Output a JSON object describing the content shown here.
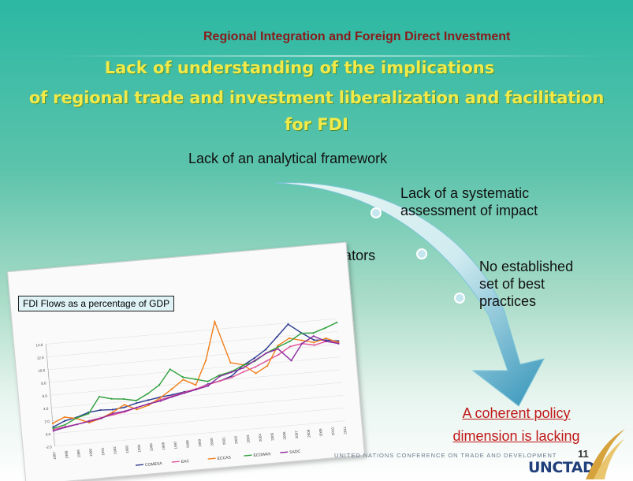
{
  "header": {
    "text": "Regional Integration and Foreign Direct Investment"
  },
  "title": {
    "line1": "Lack of understanding of the implications",
    "line2": "of regional trade and investment liberalization and facilitation",
    "line3": "for FDI"
  },
  "points": {
    "framework": "Lack of an analytical framework",
    "assessment_1": "Lack of a systematic",
    "assessment_2": "assessment of impact",
    "indicators": "Lack of indicators",
    "practices_1": "No established",
    "practices_2": "set of best",
    "practices_3": "practices"
  },
  "conclusion": {
    "line1": "A coherent policy",
    "line2": "dimension is lacking"
  },
  "chart_label": "FDI Flows as a percentage of GDP",
  "footer": {
    "org": "UNITED NATIONS CONFERENCE ON TRADE AND DEVELOPMENT",
    "logo": "UNCTAD",
    "page": "11"
  },
  "chart_data": {
    "type": "line",
    "ylim": [
      -2,
      14
    ],
    "y_ticks": [
      "14.0",
      "12.0",
      "10.0",
      "8.0",
      "6.0",
      "4.0",
      "2.0",
      "0.0",
      "-2.0"
    ],
    "x": [
      "1987",
      "1988",
      "1989",
      "1990",
      "1991",
      "1992",
      "1993",
      "1994",
      "1995",
      "1996",
      "1997",
      "1998",
      "1999",
      "2000",
      "2001",
      "2002",
      "2003",
      "2004",
      "2005",
      "2006",
      "2007",
      "2008",
      "2009",
      "2010",
      "2011"
    ],
    "series": [
      {
        "name": "COMESA",
        "color": "#2b3a8f",
        "values": [
          1.0,
          1.8,
          2.2,
          2.8,
          3.0,
          2.9,
          3.1,
          3.6,
          3.9,
          4.2,
          4.4,
          4.7,
          4.9,
          5.6,
          5.9,
          6.5,
          8.0,
          9.0,
          10.2,
          12.0,
          13.8,
          12.3,
          11.0,
          10.8,
          10.5
        ]
      },
      {
        "name": "EAC",
        "color": "#e0559b",
        "values": [
          0.6,
          0.9,
          1.1,
          1.5,
          1.8,
          2.1,
          2.4,
          2.9,
          3.3,
          3.8,
          4.2,
          4.6,
          5.0,
          5.5,
          5.9,
          6.3,
          7.0,
          7.6,
          8.4,
          9.2,
          10.3,
          10.6,
          10.2,
          10.6,
          10.3
        ]
      },
      {
        "name": "ECCAS",
        "color": "#f07f1a",
        "values": [
          1.6,
          2.4,
          2.0,
          1.2,
          1.7,
          2.5,
          3.5,
          2.6,
          3.1,
          4.1,
          5.3,
          6.6,
          5.6,
          9.3,
          15.2,
          8.6,
          8.1,
          6.6,
          7.6,
          10.6,
          11.6,
          11.1,
          10.6,
          11.1,
          10.3
        ]
      },
      {
        "name": "ECOWAS",
        "color": "#2e9f3c",
        "values": [
          0.8,
          1.2,
          2.1,
          2.6,
          5.1,
          4.6,
          4.4,
          4.0,
          4.9,
          6.1,
          8.4,
          7.0,
          6.5,
          6.0,
          6.8,
          7.2,
          8.0,
          8.5,
          9.6,
          10.4,
          11.1,
          12.2,
          12.1,
          12.7,
          13.4
        ]
      },
      {
        "name": "SADC",
        "color": "#8a2a9e",
        "values": [
          0.4,
          0.8,
          1.1,
          1.4,
          1.7,
          2.3,
          2.5,
          2.9,
          3.3,
          3.6,
          4.1,
          4.5,
          4.9,
          5.3,
          6.6,
          7.1,
          7.6,
          8.6,
          9.6,
          10.1,
          8.1,
          10.6,
          11.6,
          10.6,
          10.1
        ]
      }
    ]
  }
}
